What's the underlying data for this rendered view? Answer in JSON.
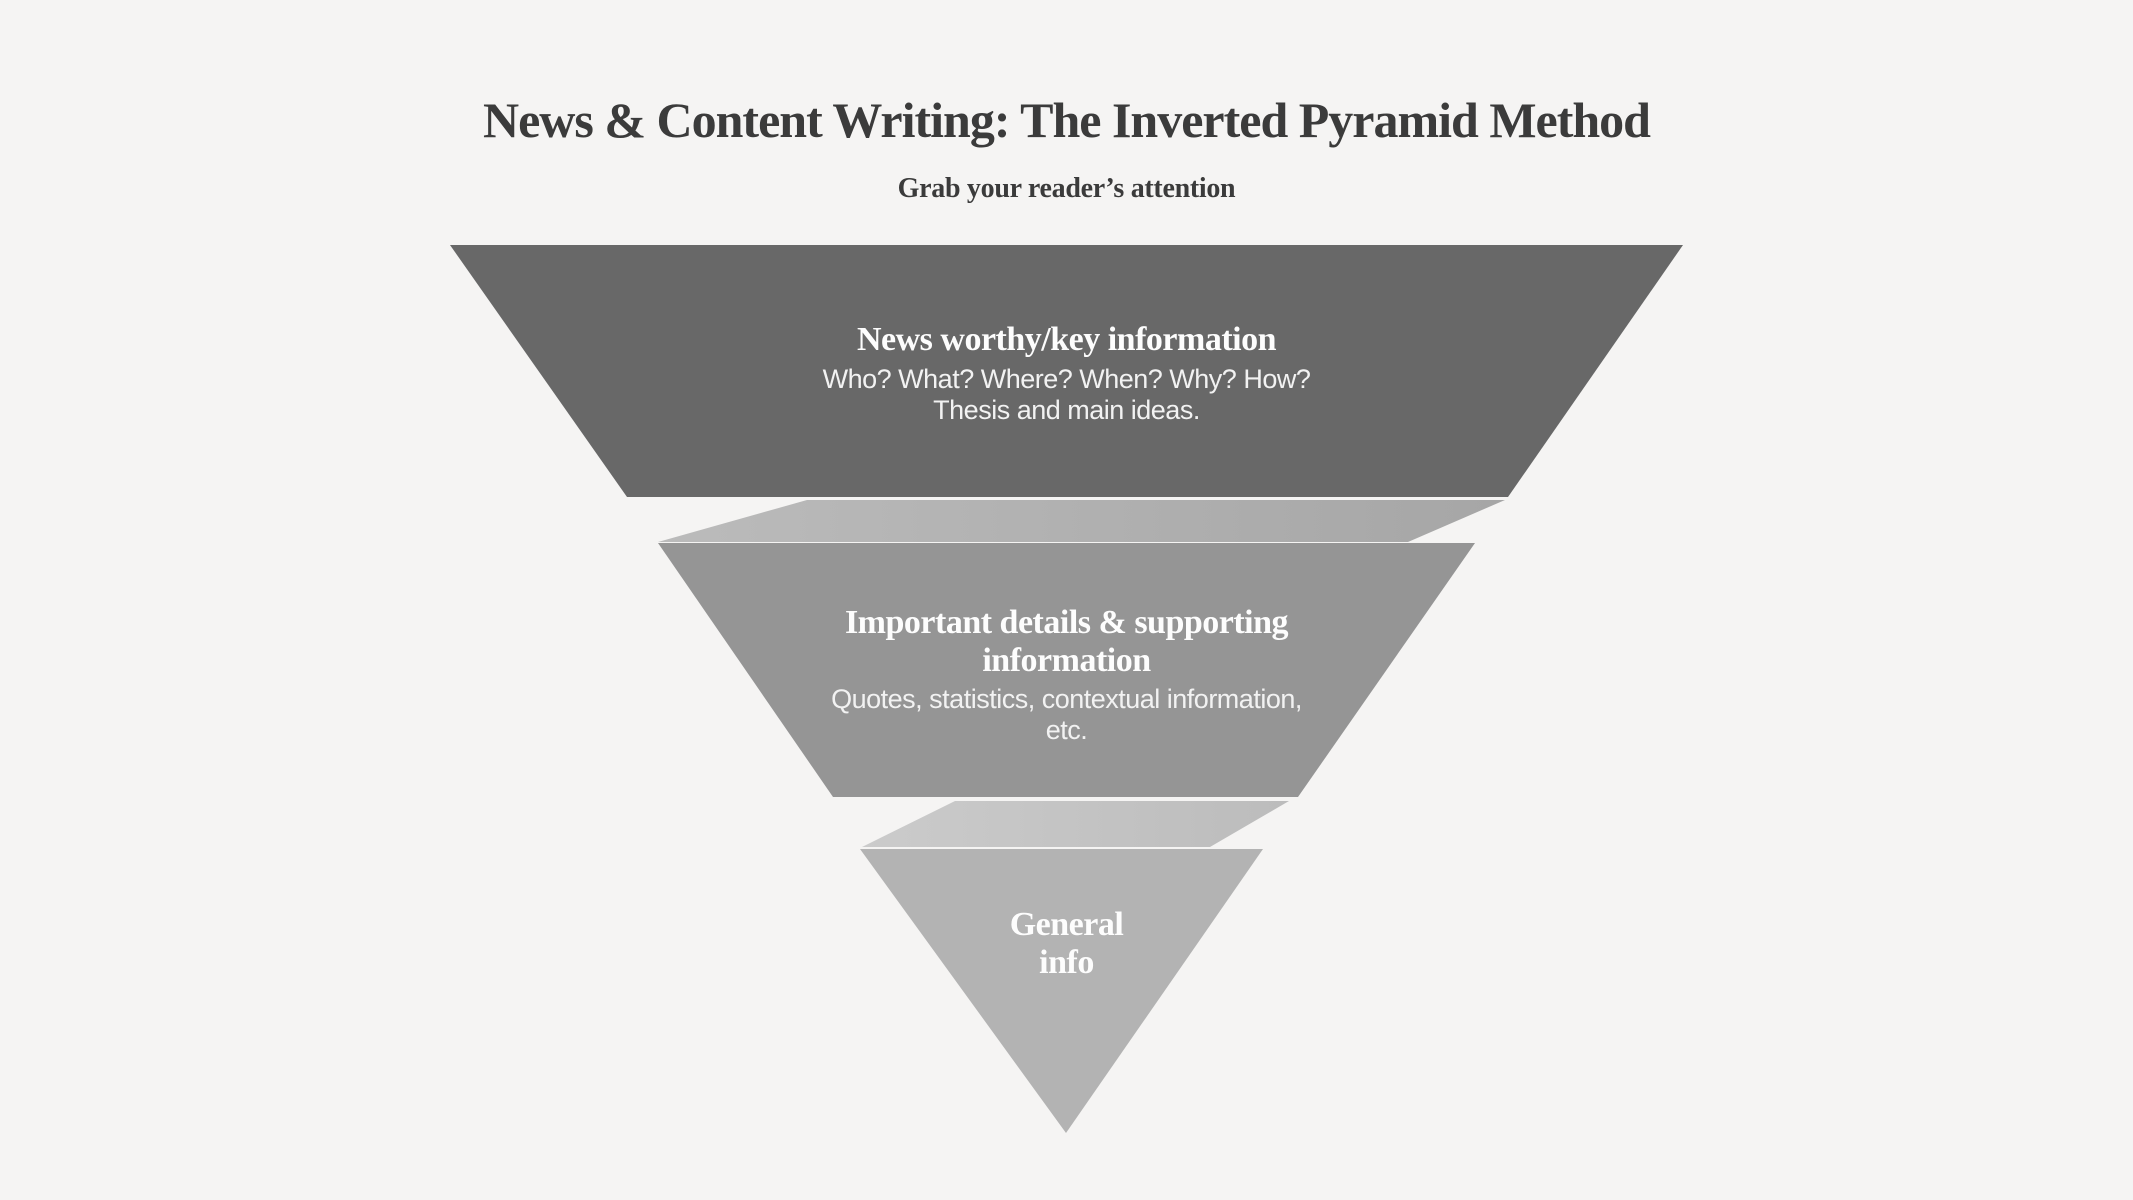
{
  "header": {
    "title": "News & Content Writing: The Inverted Pyramid Method",
    "subtitle": "Grab your reader’s attention"
  },
  "colors": {
    "background": "#f5f4f3",
    "title_text": "#3b3b3b",
    "section_text": "#ffffff"
  },
  "pyramid": {
    "sections": [
      {
        "name": "news-worthy-key-information",
        "fill": "#686868",
        "heading_lines": [
          "News worthy/key information"
        ],
        "body_lines": [
          "Who? What? Where? When? Why? How?",
          "Thesis and main ideas."
        ]
      },
      {
        "name": "important-details-supporting-information",
        "fill": "#959595",
        "heading_lines": [
          "Important details & supporting",
          "information"
        ],
        "body_lines": [
          "Quotes, statistics, contextual information,",
          "etc."
        ]
      },
      {
        "name": "general-info",
        "fill": "#b3b3b3",
        "heading_lines": [
          "General",
          "info"
        ],
        "body_lines": []
      }
    ],
    "connectors": [
      {
        "fill_start": "#bbbbbb",
        "fill_end": "#a6a6a6"
      },
      {
        "fill_start": "#cbcbcb",
        "fill_end": "#bcbcbc"
      }
    ]
  }
}
